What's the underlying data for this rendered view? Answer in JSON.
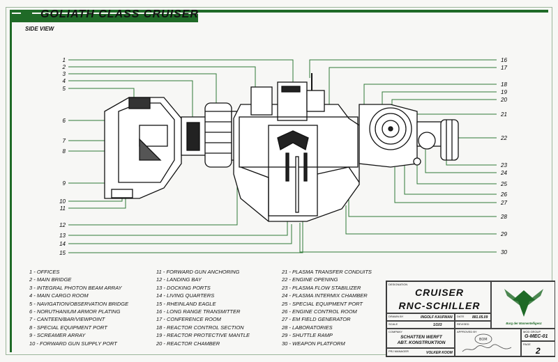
{
  "header": {
    "title": "GOLIATH CLASS CRUISER",
    "view": "SIDE VIEW"
  },
  "callouts_left": [
    "1",
    "2",
    "3",
    "4",
    "5",
    "6",
    "7",
    "8",
    "9",
    "10",
    "11",
    "12",
    "13",
    "14",
    "15"
  ],
  "callouts_right": [
    "16",
    "17",
    "18",
    "19",
    "20",
    "21",
    "22",
    "23",
    "24",
    "25",
    "26",
    "27",
    "28",
    "29",
    "30"
  ],
  "legend": {
    "col1": [
      "1 - OFFICES",
      "2 - MAIN BRIDGE",
      "3 - INTEGRAL PHOTON BEAM ARRAY",
      "4 - MAIN CARGO ROOM",
      "5 - NAVIGATION/OBSERVATION BRIDGE",
      "6 - NORUTHANIUM ARMOR PLATING",
      "7 - CANTEEN/BAR/VIEWPOINT",
      "8 - SPECIAL EQUIPMENT PORT",
      "9 - SCREAMER ARRAY",
      "10 - FORWARD GUN SUPPLY PORT"
    ],
    "col2": [
      "11 - FORWARD GUN ANCHORING",
      "12 - LANDING BAY",
      "13 - DOCKING PORTS",
      "14 - LIVING QUARTERS",
      "15 - RHEINLAND EAGLE",
      "16 - LONG RANGE TRANSMITTER",
      "17 - CONFERENCE ROOM",
      "18 - REACTOR CONTROL SECTION",
      "19 - REACTOR PROTECTIVE MANTLE",
      "20 - REACTOR CHAMBER"
    ],
    "col3": [
      "21 - PLASMA TRANSFER CONDUITS",
      "22 - ENGINE OPENING",
      "23 - PLASMA FLOW STABILIZER",
      "24 - PLASMA INTERMIX CHAMBER",
      "25 - SPECIAL EQUIPMENT PORT",
      "26 - ENGINE CONTROL ROOM",
      "27 - EM FIELD GENERATOR",
      "28 - LABORATORIES",
      "29 - SHUTTLE RAMP",
      "30 - WEAPON PLATFORM"
    ]
  },
  "title_block": {
    "designation_label": "DESIGNATION",
    "designation_line1": "CRUISER",
    "designation_line2": "RNC-SCHILLER",
    "drawn_label": "DRAWN BY",
    "drawn": "INGOLF KAUFMAN",
    "date_label": "DATE",
    "date": "881.05.09",
    "revised_label": "REVISED",
    "scale_label": "SCALE",
    "scale": "1/103",
    "company_label": "COMPANY",
    "company_line1": "SCHATTEN WERFT",
    "company_line2": "ABT. KONSTRUKTION",
    "approved_label": "APPROVED BY",
    "manager_label": "PRJ MANAGER",
    "manager": "VOLKER KOOM",
    "logo_caption": "Burg der Mannentelligenz",
    "mod_group_label": "MOD GROUP",
    "mod_group": "G-MEC-01",
    "page_label": "PAGE",
    "page": "2",
    "seal_text": "BOM"
  },
  "colors": {
    "accent": "#1f6a27",
    "ink": "#111111"
  }
}
